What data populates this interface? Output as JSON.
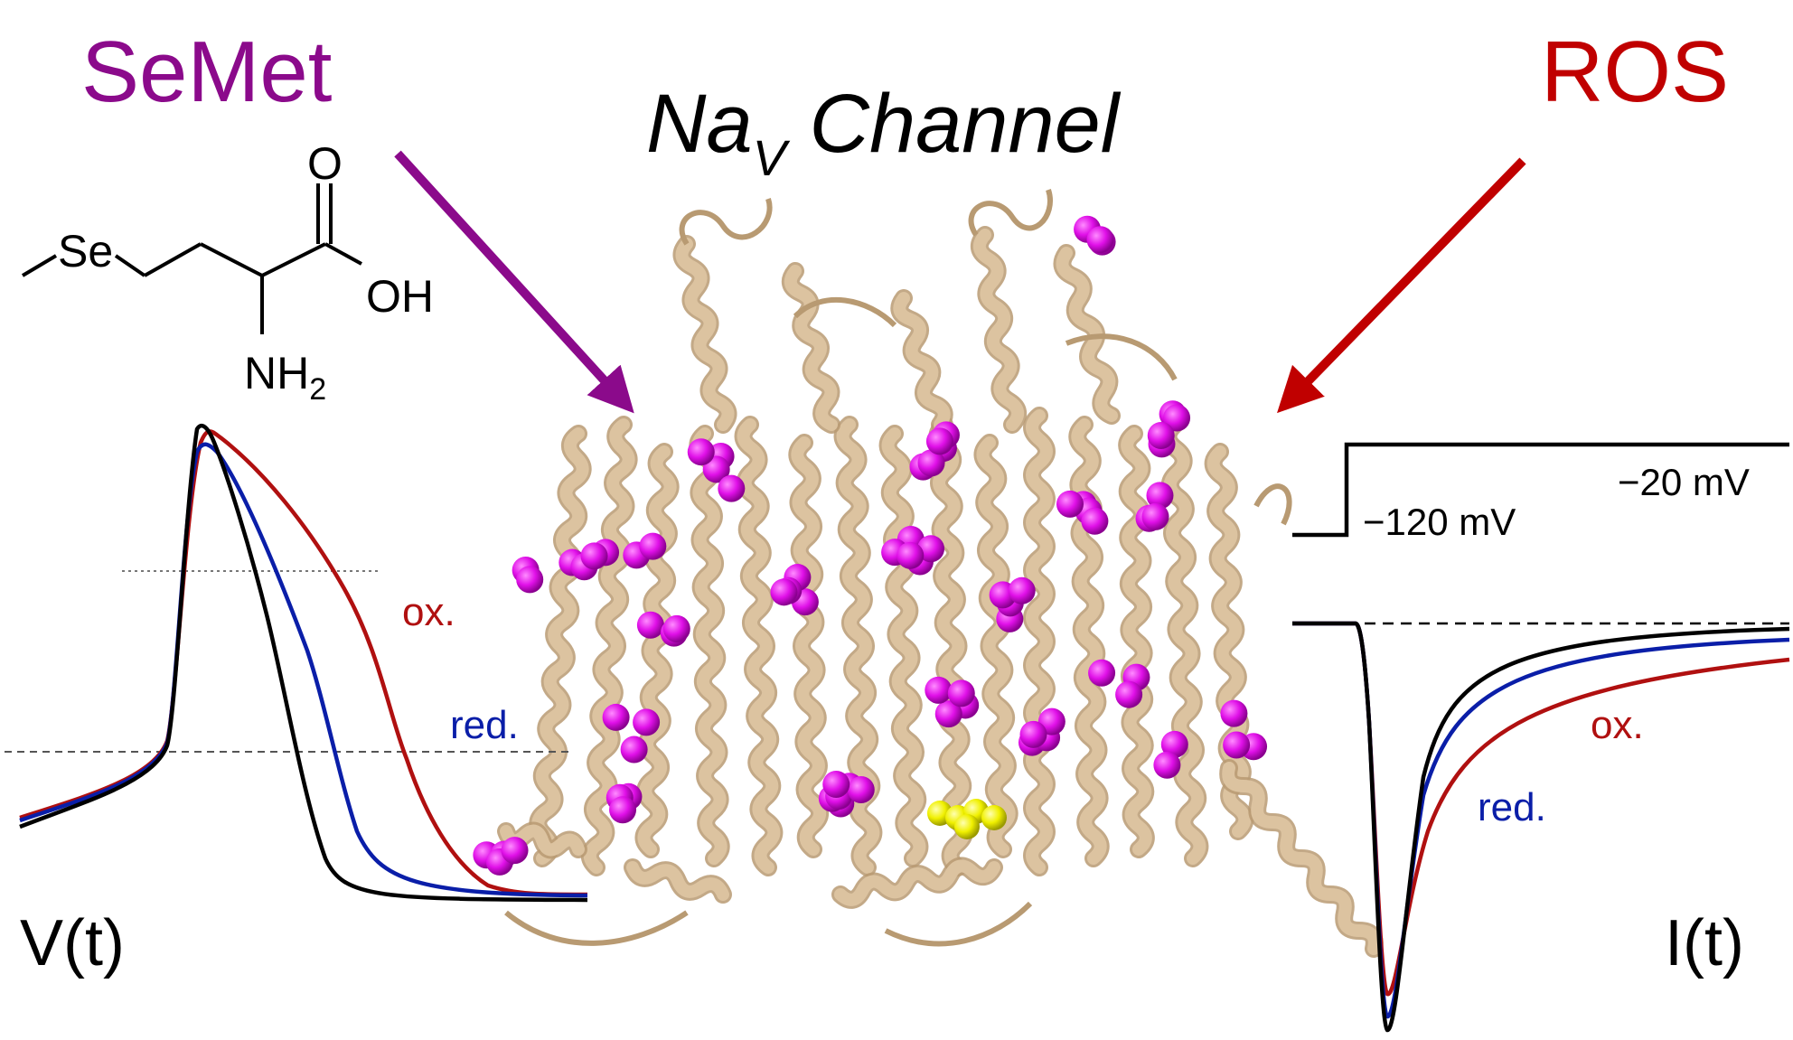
{
  "title": {
    "main": "Na",
    "subscript": "V",
    "rest": " Channel"
  },
  "labels": {
    "semet": "SeMet",
    "ros": "ROS",
    "voltage_axis": "V(t)",
    "current_axis": "I(t)",
    "ox_left": "ox.",
    "red_left": "red.",
    "ox_right": "ox.",
    "red_right": "red.",
    "hold_voltage": "−120 mV",
    "step_voltage": "−20 mV"
  },
  "molecule": {
    "se": "Se",
    "o": "O",
    "oh": "OH",
    "nh": "NH",
    "nh_sub": "2"
  },
  "colors": {
    "semet": "#8b0a8b",
    "ros": "#c00000",
    "control_trace": "#000000",
    "reduced_trace": "#0a1ea8",
    "oxidized_trace": "#b01010",
    "protein_ribbon": "#dcc3a0",
    "protein_shade": "#b89a72",
    "methionine": "#e010e8",
    "cysteine": "#f0f000"
  }
}
